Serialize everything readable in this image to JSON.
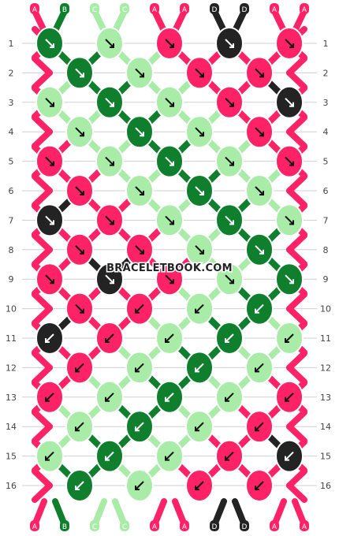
{
  "colors": {
    "A": "#ff2266",
    "B": "#0f7f2e",
    "C": "#a8eca8",
    "D": "#232323"
  },
  "watermark": "BRACELETBOOK.COM",
  "top_labels": [
    "A",
    "B",
    "C",
    "C",
    "A",
    "A",
    "D",
    "D",
    "A",
    "A"
  ],
  "bottom_labels": [
    "A",
    "B",
    "C",
    "C",
    "A",
    "A",
    "D",
    "D",
    "A",
    "A"
  ],
  "row_numbers": [
    "1",
    "2",
    "3",
    "4",
    "5",
    "6",
    "7",
    "8",
    "9",
    "10",
    "11",
    "12",
    "13",
    "14",
    "15",
    "16"
  ],
  "knots": [
    {
      "row": 1,
      "knots": [
        {
          "c": "B",
          "d": "r"
        },
        {
          "c": "C",
          "d": "r"
        },
        {
          "c": "A",
          "d": "r"
        },
        {
          "c": "D",
          "d": "r"
        },
        {
          "c": "A",
          "d": "r"
        }
      ]
    },
    {
      "row": 2,
      "knots": [
        {
          "c": "B",
          "d": "r"
        },
        {
          "c": "C",
          "d": "r"
        },
        {
          "c": "A",
          "d": "r"
        },
        {
          "c": "A",
          "d": "r"
        }
      ]
    },
    {
      "row": 3,
      "knots": [
        {
          "c": "C",
          "d": "r"
        },
        {
          "c": "B",
          "d": "r"
        },
        {
          "c": "C",
          "d": "r"
        },
        {
          "c": "A",
          "d": "r"
        },
        {
          "c": "D",
          "d": "r"
        }
      ]
    },
    {
      "row": 4,
      "knots": [
        {
          "c": "C",
          "d": "r"
        },
        {
          "c": "B",
          "d": "r"
        },
        {
          "c": "C",
          "d": "r"
        },
        {
          "c": "A",
          "d": "r"
        }
      ]
    },
    {
      "row": 5,
      "knots": [
        {
          "c": "A",
          "d": "r"
        },
        {
          "c": "C",
          "d": "r"
        },
        {
          "c": "B",
          "d": "r"
        },
        {
          "c": "C",
          "d": "r"
        },
        {
          "c": "A",
          "d": "r"
        }
      ]
    },
    {
      "row": 6,
      "knots": [
        {
          "c": "A",
          "d": "r"
        },
        {
          "c": "C",
          "d": "r"
        },
        {
          "c": "B",
          "d": "r"
        },
        {
          "c": "C",
          "d": "r"
        }
      ]
    },
    {
      "row": 7,
      "knots": [
        {
          "c": "D",
          "d": "r"
        },
        {
          "c": "A",
          "d": "r"
        },
        {
          "c": "C",
          "d": "r"
        },
        {
          "c": "B",
          "d": "r"
        },
        {
          "c": "C",
          "d": "r"
        }
      ]
    },
    {
      "row": 8,
      "knots": [
        {
          "c": "A",
          "d": "r"
        },
        {
          "c": "A",
          "d": "r"
        },
        {
          "c": "C",
          "d": "r"
        },
        {
          "c": "B",
          "d": "r"
        }
      ]
    },
    {
      "row": 9,
      "knots": [
        {
          "c": "A",
          "d": "r"
        },
        {
          "c": "D",
          "d": "r"
        },
        {
          "c": "A",
          "d": "r"
        },
        {
          "c": "C",
          "d": "r"
        },
        {
          "c": "B",
          "d": "r"
        }
      ]
    },
    {
      "row": 10,
      "knots": [
        {
          "c": "A",
          "d": "r"
        },
        {
          "c": "A",
          "d": "l"
        },
        {
          "c": "C",
          "d": "l"
        },
        {
          "c": "B",
          "d": "l"
        }
      ]
    },
    {
      "row": 11,
      "knots": [
        {
          "c": "D",
          "d": "l"
        },
        {
          "c": "A",
          "d": "l"
        },
        {
          "c": "C",
          "d": "l"
        },
        {
          "c": "B",
          "d": "l"
        },
        {
          "c": "C",
          "d": "l"
        }
      ]
    },
    {
      "row": 12,
      "knots": [
        {
          "c": "A",
          "d": "l"
        },
        {
          "c": "C",
          "d": "l"
        },
        {
          "c": "B",
          "d": "l"
        },
        {
          "c": "C",
          "d": "l"
        }
      ]
    },
    {
      "row": 13,
      "knots": [
        {
          "c": "A",
          "d": "l"
        },
        {
          "c": "C",
          "d": "l"
        },
        {
          "c": "B",
          "d": "l"
        },
        {
          "c": "C",
          "d": "l"
        },
        {
          "c": "A",
          "d": "l"
        }
      ]
    },
    {
      "row": 14,
      "knots": [
        {
          "c": "C",
          "d": "l"
        },
        {
          "c": "B",
          "d": "l"
        },
        {
          "c": "C",
          "d": "l"
        },
        {
          "c": "A",
          "d": "l"
        }
      ]
    },
    {
      "row": 15,
      "knots": [
        {
          "c": "C",
          "d": "l"
        },
        {
          "c": "B",
          "d": "l"
        },
        {
          "c": "C",
          "d": "l"
        },
        {
          "c": "A",
          "d": "l"
        },
        {
          "c": "D",
          "d": "l"
        }
      ]
    },
    {
      "row": 16,
      "knots": [
        {
          "c": "B",
          "d": "l"
        },
        {
          "c": "C",
          "d": "l"
        },
        {
          "c": "A",
          "d": "l"
        },
        {
          "c": "A",
          "d": "l"
        }
      ]
    }
  ]
}
